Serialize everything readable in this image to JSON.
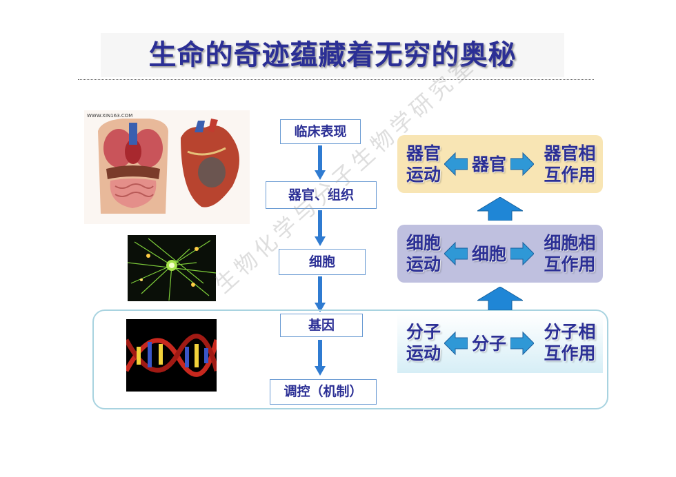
{
  "title": "生命的奇迹蕴藏着无穷的奥秘",
  "flow": {
    "step1": "临床表现",
    "step2": "器官、组织",
    "step3": "细胞",
    "step4": "基因",
    "step5": "调控（机制）"
  },
  "levels": {
    "organ": {
      "left": "器官\n运动",
      "center": "器官",
      "right": "器官相\n互作用"
    },
    "cell": {
      "left": "细胞\n运动",
      "center": "细胞",
      "right": "细胞相\n互作用"
    },
    "molecule": {
      "left": "分子\n运动",
      "center": "分子",
      "right": "分子相\n互作用"
    }
  },
  "anatomy_caption": "WWW.XIN163.COM",
  "watermark": "生物化学与分子生物学研究室",
  "colors": {
    "title_text": "#2b2f95",
    "flow_arrow": "#2f7bd1",
    "level_arrow": "#1f86d6",
    "organ_panel": "#f8e5b4",
    "cell_panel": "#bfc0df",
    "molecule_panel": "#d6eef6",
    "group_border": "#a8d3e0"
  }
}
